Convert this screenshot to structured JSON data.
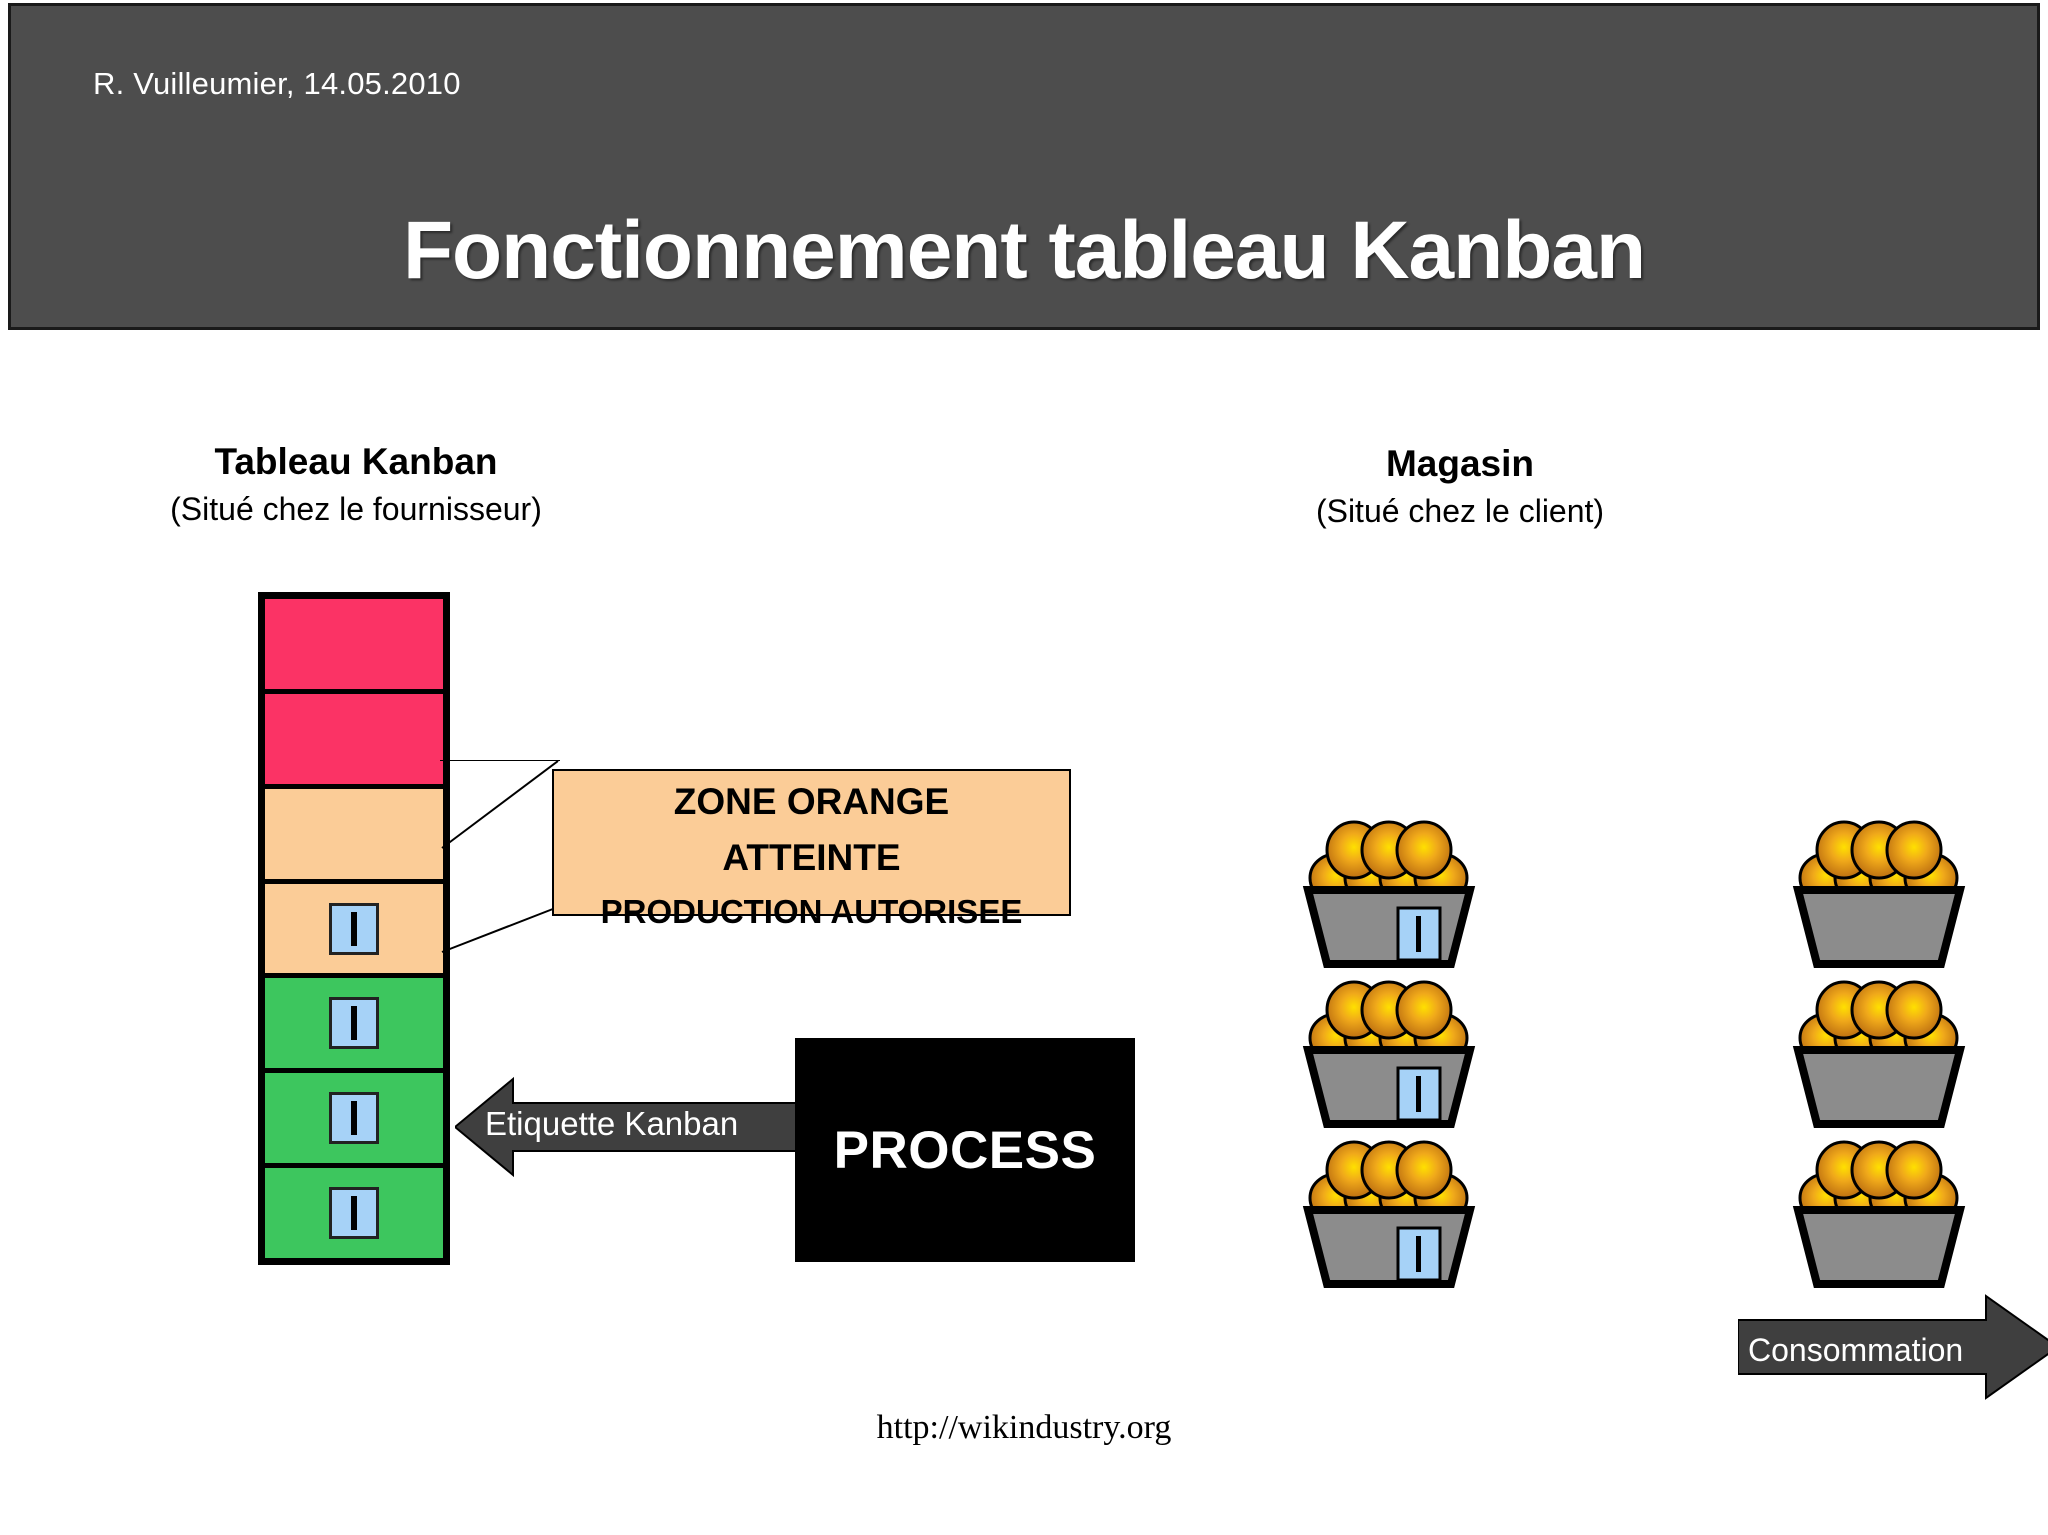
{
  "header": {
    "author_line": "R. Vuilleumier, 14.05.2010",
    "title": "Fonctionnement tableau Kanban",
    "background_color": "#4d4d4d",
    "text_color": "#ffffff"
  },
  "columns": {
    "left": {
      "heading": "Tableau Kanban",
      "subheading": "(Situé chez le fournisseur)"
    },
    "right": {
      "heading": "Magasin",
      "subheading": "(Situé chez le client)"
    }
  },
  "kanban_board": {
    "colors": {
      "red": "#fb3365",
      "orange": "#fbcc97",
      "green": "#3dc65e",
      "card_fill": "#a6d2f7",
      "border": "#000000"
    },
    "cells": [
      {
        "zone": "red",
        "has_card": false
      },
      {
        "zone": "red",
        "has_card": false
      },
      {
        "zone": "orange",
        "has_card": false
      },
      {
        "zone": "orange",
        "has_card": true
      },
      {
        "zone": "green",
        "has_card": true
      },
      {
        "zone": "green",
        "has_card": true
      },
      {
        "zone": "green",
        "has_card": true
      }
    ]
  },
  "callout": {
    "line1": "ZONE ORANGE",
    "line2": "ATTEINTE",
    "line3": "PRODUCTION AUTORISEE",
    "fill": "#fbcc97"
  },
  "flow": {
    "etiquette_arrow_label": "Etiquette Kanban",
    "etiquette_arrow_direction": "left",
    "process_label": "PROCESS",
    "process_fill": "#000000",
    "consommation_arrow_label": "Consommation",
    "consommation_arrow_direction": "right",
    "arrow_fill": "#3f3f3f"
  },
  "magasin": {
    "crate_fill": "#8c8c8c",
    "ball_color": "#e8a011",
    "columns": [
      {
        "name": "left-column",
        "crates": [
          {
            "has_card": true
          },
          {
            "has_card": true
          },
          {
            "has_card": true
          }
        ]
      },
      {
        "name": "right-column",
        "crates": [
          {
            "has_card": false
          },
          {
            "has_card": false
          },
          {
            "has_card": false
          }
        ]
      }
    ]
  },
  "footer": {
    "url": "http://wikindustry.org"
  }
}
